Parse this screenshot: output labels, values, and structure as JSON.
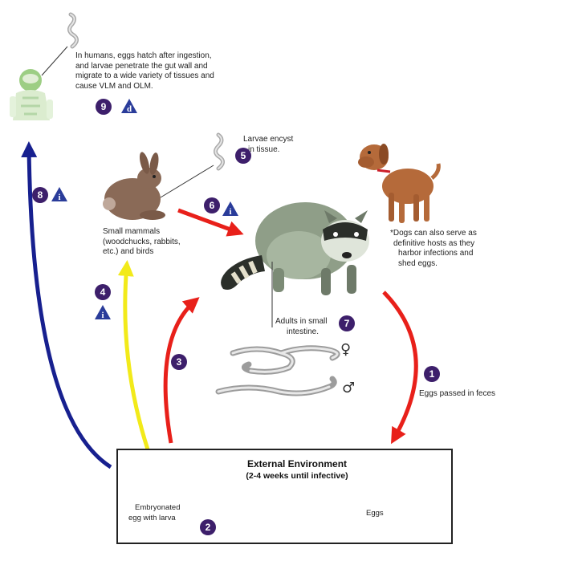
{
  "human_note": [
    "In humans, eggs hatch after ingestion,",
    "and larvae penetrate the gut wall and",
    "migrate to a wide variety of tissues and",
    "cause VLM and OLM."
  ],
  "larvae_note": [
    "Larvae encyst",
    "in tissue."
  ],
  "mammals_note": [
    "Small mammals",
    "(woodchucks, rabbits,",
    "etc.) and birds"
  ],
  "dog_note": [
    "*Dogs can also serve as",
    "definitive hosts as they",
    "harbor infections and",
    "shed eggs."
  ],
  "adults_note": [
    "Adults in small",
    "intestine."
  ],
  "eggs_passed": "Eggs passed in feces",
  "environment": {
    "title": "External Environment",
    "subtitle": "(2-4 weeks until infective)"
  },
  "embryonated_note": [
    "Embryonated",
    "egg with larva"
  ],
  "eggs_label": "Eggs",
  "steps": {
    "s1": "1",
    "s2": "2",
    "s3": "3",
    "s4": "4",
    "s5": "5",
    "s6": "6",
    "s7": "7",
    "s8": "8",
    "s9": "9"
  },
  "stage_marks": {
    "infective": "i",
    "diagnostic": "d"
  },
  "sex_symbols": {
    "female": "♀",
    "male": "♂"
  },
  "colors": {
    "badge": "#3d1f6b",
    "stage_triangle": "#2a3c9a",
    "red_arrow": "#e8201a",
    "yellow_arrow": "#f2ea1a",
    "blue_arrow": "#17208f"
  }
}
